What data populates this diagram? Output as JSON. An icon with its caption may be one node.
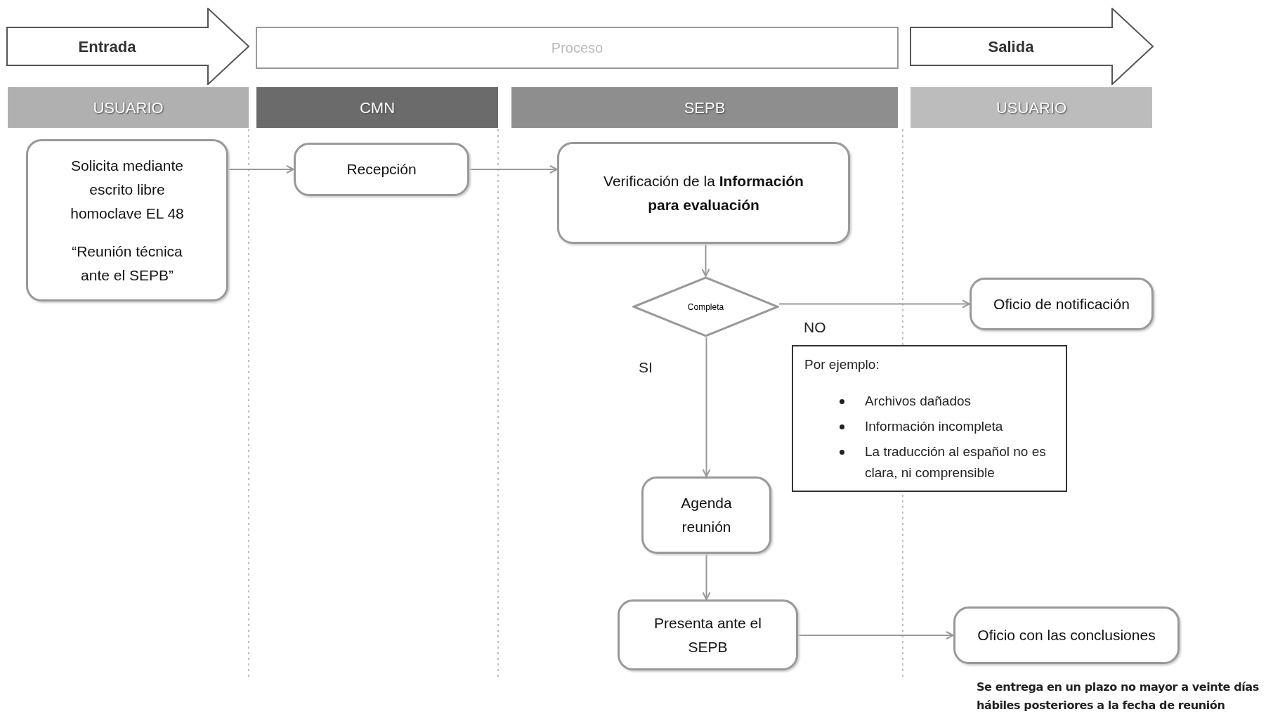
{
  "diagram": {
    "nodes": [
      {
        "text": [
          "Entrada"
        ]
      },
      {
        "text": [
          "Proceso"
        ]
      },
      {
        "text": [
          "Salida"
        ]
      },
      {
        "text": [
          "USUARIO"
        ]
      },
      {
        "text": [
          "CMN"
        ]
      },
      {
        "text": [
          "SEPB"
        ]
      },
      {
        "text": [
          "USUARIO"
        ]
      },
      {
        "text": [
          "Solicita mediante escrito libre homoclave EL 48",
          "“Reunión técnica ante el SEPB”"
        ]
      },
      {
        "text": [
          "Recepción"
        ]
      },
      {
        "text": [
          "Verificación de la **Información para evaluación**"
        ]
      },
      {
        "text": [
          "Completa"
        ]
      },
      {
        "text": [
          "Oficio de notificación"
        ]
      },
      {
        "text": [
          "Por ejemplo:",
          "Archivos dañados",
          "Información incompleta",
          "La traducción al español no es clara, ni comprensible"
        ]
      },
      {
        "text": [
          "Agenda reunión"
        ]
      },
      {
        "text": [
          "Presenta ante el SEPB"
        ]
      },
      {
        "text": [
          "Oficio con las conclusiones"
        ],
        "beside": [
          "Se entrega en un plazo no mayor a veinte días hábiles posteriores a la fecha de reunión"
        ]
      }
    ],
    "edges": [
      {
        "from": 7,
        "to": 8,
        "arrow": "to"
      },
      {
        "from": 8,
        "to": 9,
        "arrow": "to"
      },
      {
        "from": 9,
        "to": 10,
        "arrow": "to"
      },
      {
        "from": 10,
        "to": 11,
        "arrow": "to",
        "label": "NO"
      },
      {
        "from": 10,
        "to": 13,
        "arrow": "to",
        "label": "SI"
      },
      {
        "from": 13,
        "to": 14,
        "arrow": "to"
      },
      {
        "from": 14,
        "to": 15,
        "arrow": "to"
      }
    ]
  }
}
